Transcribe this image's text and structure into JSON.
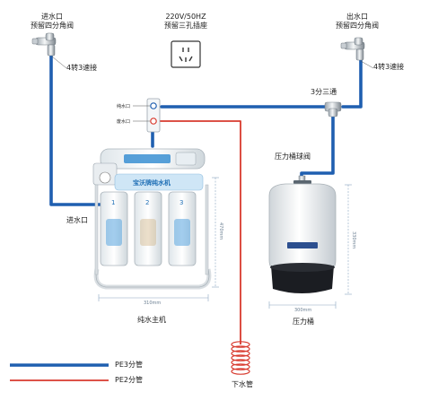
{
  "labels": {
    "inlet_valve_line1": "进水口",
    "inlet_valve_line2": "预留四分角阀",
    "inlet_adapter": "4转3速接",
    "power_line1": "220V/50HZ",
    "power_line2": "预留三孔插座",
    "outlet_valve_line1": "出水口",
    "outlet_valve_line2": "预留四分角阀",
    "outlet_adapter": "4转3速接",
    "tee": "3分三通",
    "pure_water": "纯水口",
    "waste_water": "废水口",
    "tank_valve": "压力桶球阀",
    "inlet_port": "进水口",
    "main_unit": "纯水主机",
    "tank": "压力桶",
    "drain": "下水管",
    "legend_pe3": "PE3分管",
    "legend_pe2": "PE2分管"
  },
  "dimensions": {
    "unit_height": "470mm",
    "unit_width": "310mm",
    "tank_height": "330mm",
    "tank_width": "300mm"
  },
  "brand_text": "宝沃牌纯水机",
  "filter_numbers": [
    "1",
    "2",
    "3"
  ],
  "colors": {
    "pe3_pipe": "#1f5fb0",
    "pe2_pipe": "#d83a2e",
    "background": "#ffffff",
    "dimension_line": "#8aa6c0"
  },
  "icons": {
    "angle_valve": "faucet-valve-icon",
    "socket": "three-pin-socket-icon"
  }
}
